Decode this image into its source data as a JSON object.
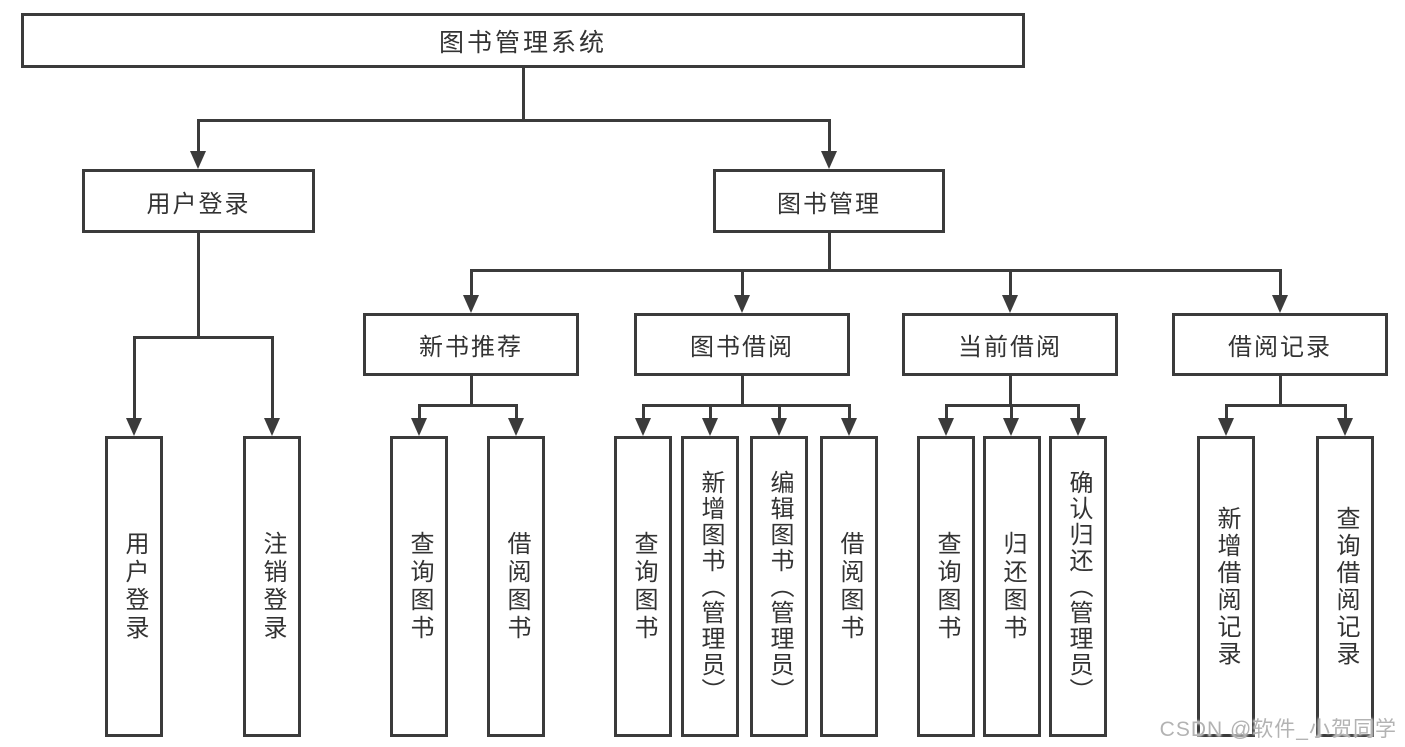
{
  "diagram": {
    "type": "tree",
    "title": "图书管理系统",
    "nodes": {
      "root": "图书管理系统",
      "user_login": "用户登录",
      "book_mgmt": "图书管理",
      "new_book_rec": "新书推荐",
      "book_borrow": "图书借阅",
      "current_borrow": "当前借阅",
      "borrow_records": "借阅记录",
      "ul_login": "用户登录",
      "ul_logout": "注销登录",
      "nbr_query": "查询图书",
      "nbr_borrow": "借阅图书",
      "bb_query": "查询图书",
      "bb_add": "新增图书（管理员）",
      "bb_edit": "编辑图书（管理员）",
      "bb_borrow": "借阅图书",
      "cb_query": "查询图书",
      "cb_return": "归还图书",
      "cb_confirm": "确认归还（管理员）",
      "br_add": "新增借阅记录",
      "br_query": "查询借阅记录"
    },
    "hierarchy": {
      "图书管理系统": [
        "用户登录",
        "图书管理"
      ],
      "用户登录": [
        "用户登录",
        "注销登录"
      ],
      "图书管理": [
        "新书推荐",
        "图书借阅",
        "当前借阅",
        "借阅记录"
      ],
      "新书推荐": [
        "查询图书",
        "借阅图书"
      ],
      "图书借阅": [
        "查询图书",
        "新增图书（管理员）",
        "编辑图书（管理员）",
        "借阅图书"
      ],
      "当前借阅": [
        "查询图书",
        "归还图书",
        "确认归还（管理员）"
      ],
      "借阅记录": [
        "新增借阅记录",
        "查询借阅记录"
      ]
    }
  },
  "watermark": {
    "text": "CSDN @软件_小贺同学"
  },
  "colors": {
    "line": "#3b3b3b",
    "box_background": "#ffffff",
    "text": "#333333",
    "watermark": "#b3b3b3",
    "background": "#ffffff"
  }
}
